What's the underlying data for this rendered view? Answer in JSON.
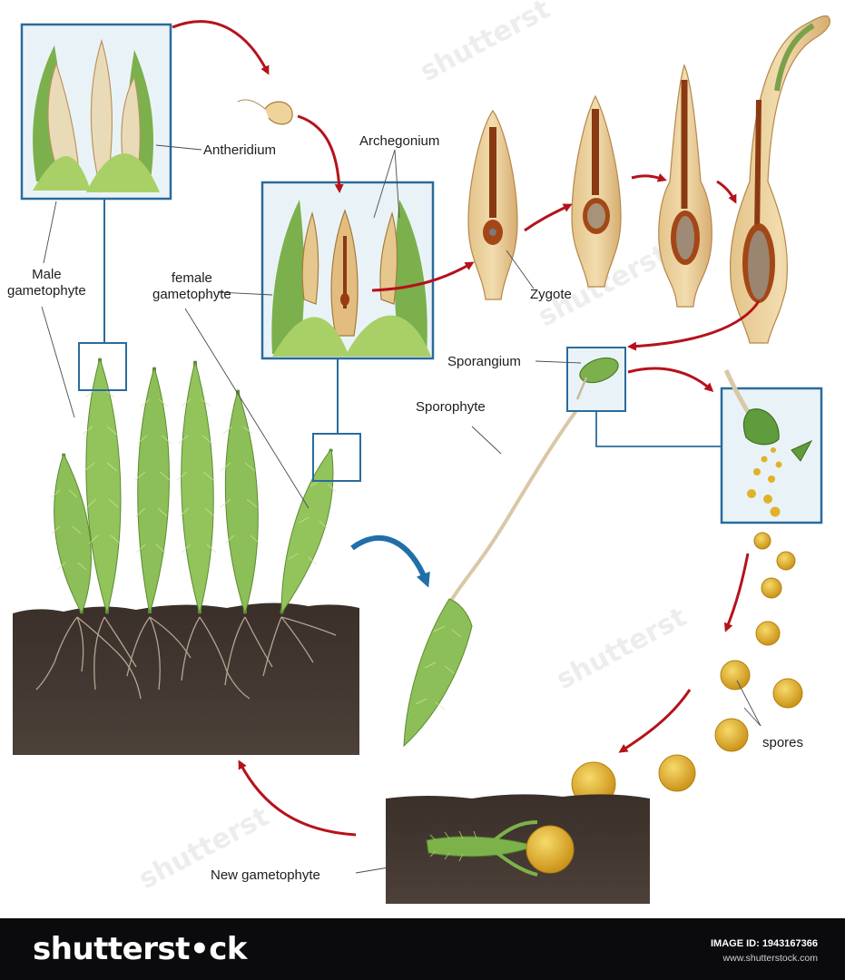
{
  "labels": {
    "antheridium": "Antheridium",
    "archegonium": "Archegonium",
    "male_gametophyte": "Male\ngametophyte",
    "female_gametophyte": "female\ngametophyte",
    "zygote": "Zygote",
    "sporangium": "Sporangium",
    "sporophyte": "Sporophyte",
    "spores": "spores",
    "new_gametophyte": "New gametophyte"
  },
  "footer": {
    "brand": "shutterst•ck",
    "image_id": "IMAGE ID: 1943167366",
    "site": "www.shutterstock.com"
  },
  "colors": {
    "cycle_arrow": "#b5121b",
    "growth_arrow": "#1f6fa8",
    "frame": "#2a6b9c",
    "soil": "#2e2520",
    "moss": "#7db24a",
    "spore": "#e0b22a",
    "footer_bg": "#0b0b0d"
  }
}
